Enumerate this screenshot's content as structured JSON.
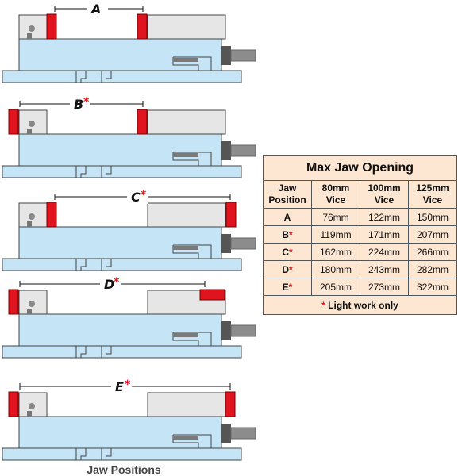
{
  "table": {
    "title": "Max Jaw Opening",
    "headers": [
      {
        "line1": "Jaw",
        "line2": "Position"
      },
      {
        "line1": "80mm",
        "line2": "Vice"
      },
      {
        "line1": "100mm",
        "line2": "Vice"
      },
      {
        "line1": "125mm",
        "line2": "Vice"
      }
    ],
    "rows": [
      {
        "pos": "A",
        "star": "",
        "v80": "76mm",
        "v100": "122mm",
        "v125": "150mm"
      },
      {
        "pos": "B",
        "star": "*",
        "v80": "119mm",
        "v100": "171mm",
        "v125": "207mm"
      },
      {
        "pos": "C",
        "star": "*",
        "v80": "162mm",
        "v100": "224mm",
        "v125": "266mm"
      },
      {
        "pos": "D",
        "star": "*",
        "v80": "180mm",
        "v100": "243mm",
        "v125": "282mm"
      },
      {
        "pos": "E",
        "star": "*",
        "v80": "205mm",
        "v100": "273mm",
        "v125": "322mm"
      }
    ],
    "note_star": "*",
    "note_text": "Light work only"
  },
  "diagram": {
    "caption": "Jaw Positions",
    "labels": [
      {
        "letter": "A",
        "star": ""
      },
      {
        "letter": "B",
        "star": "*"
      },
      {
        "letter": "C",
        "star": "*"
      },
      {
        "letter": "D",
        "star": "*"
      },
      {
        "letter": "E",
        "star": "*"
      }
    ]
  },
  "colors": {
    "body": "#c5e4f6",
    "jaw_red": "#e0141e",
    "grey_jaw": "#e6e6e6",
    "outline": "#444444",
    "table_bg": "#fde6d2"
  }
}
